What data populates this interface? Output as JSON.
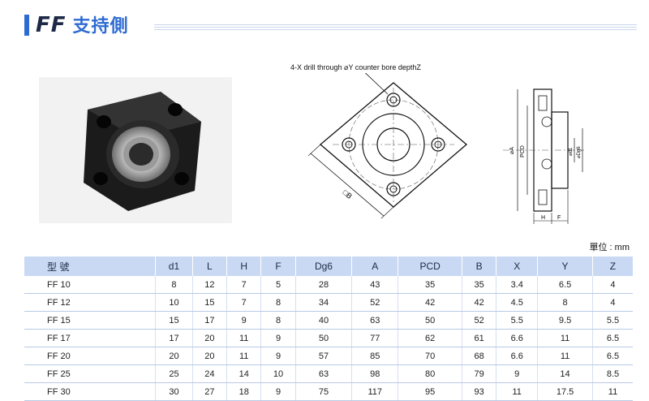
{
  "header": {
    "code": "FF",
    "name": "支持側"
  },
  "drawing": {
    "drill_note": "4-X drill through ⌀Y counter bore depthZ",
    "label_b": "□B",
    "label_a": "⌀A",
    "label_pcd": "PCD",
    "label_d1": "⌀d1",
    "label_dg6": "⌀Dg6",
    "label_h": "H",
    "label_f": "F"
  },
  "unit_label": "單位 : mm",
  "table": {
    "headers": [
      "型 號",
      "d1",
      "L",
      "H",
      "F",
      "Dg6",
      "A",
      "PCD",
      "B",
      "X",
      "Y",
      "Z"
    ],
    "rows": [
      [
        "FF 10",
        "8",
        "12",
        "7",
        "5",
        "28",
        "43",
        "35",
        "35",
        "3.4",
        "6.5",
        "4"
      ],
      [
        "FF 12",
        "10",
        "15",
        "7",
        "8",
        "34",
        "52",
        "42",
        "42",
        "4.5",
        "8",
        "4"
      ],
      [
        "FF 15",
        "15",
        "17",
        "9",
        "8",
        "40",
        "63",
        "50",
        "52",
        "5.5",
        "9.5",
        "5.5"
      ],
      [
        "FF 17",
        "17",
        "20",
        "11",
        "9",
        "50",
        "77",
        "62",
        "61",
        "6.6",
        "11",
        "6.5"
      ],
      [
        "FF 20",
        "20",
        "20",
        "11",
        "9",
        "57",
        "85",
        "70",
        "68",
        "6.6",
        "11",
        "6.5"
      ],
      [
        "FF 25",
        "25",
        "24",
        "14",
        "10",
        "63",
        "98",
        "80",
        "79",
        "9",
        "14",
        "8.5"
      ],
      [
        "FF 30",
        "30",
        "27",
        "18",
        "9",
        "75",
        "117",
        "95",
        "93",
        "11",
        "17.5",
        "11"
      ]
    ]
  },
  "colors": {
    "accent": "#2e6bd1",
    "header_row": "#c9d9f3"
  }
}
